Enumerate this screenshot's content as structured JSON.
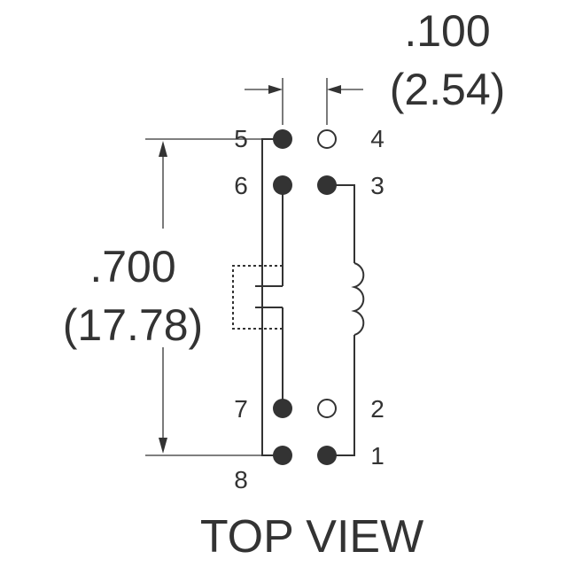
{
  "title": "TOP VIEW",
  "pitch_dimension": {
    "inch": ".100",
    "mm": "(2.54)"
  },
  "span_dimension": {
    "inch": ".700",
    "mm": "(17.78)"
  },
  "pins": [
    {
      "number": "1",
      "connected": true
    },
    {
      "number": "2",
      "connected": false
    },
    {
      "number": "3",
      "connected": true
    },
    {
      "number": "4",
      "connected": false
    },
    {
      "number": "5",
      "connected": true
    },
    {
      "number": "6",
      "connected": true
    },
    {
      "number": "7",
      "connected": true
    },
    {
      "number": "8",
      "connected": true
    }
  ]
}
